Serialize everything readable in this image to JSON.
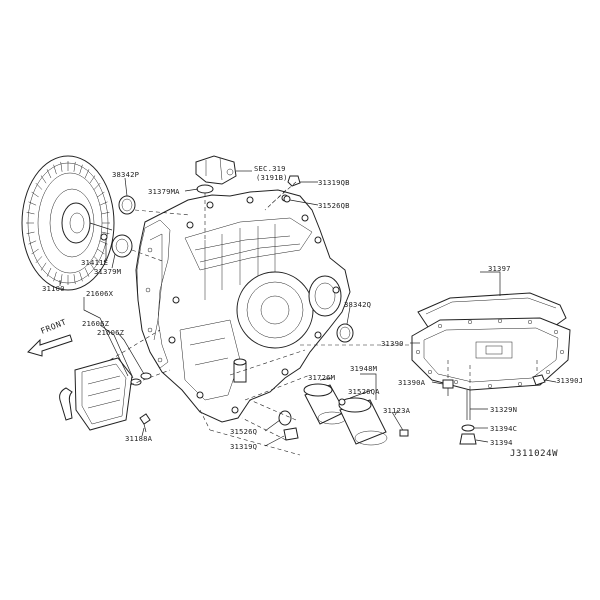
{
  "diagram": {
    "figure_code": "J311024W",
    "front_label": "FRONT",
    "parts": [
      {
        "id": "p38342P",
        "label": "38342P"
      },
      {
        "id": "p31379MA",
        "label": "31379MA"
      },
      {
        "id": "pSEC319",
        "label": "SEC.319"
      },
      {
        "id": "pSEC319b",
        "label": "(3191B)"
      },
      {
        "id": "p31319QB",
        "label": "31319QB"
      },
      {
        "id": "p31526QB",
        "label": "31526QB"
      },
      {
        "id": "p31411E",
        "label": "31411E"
      },
      {
        "id": "p31379M",
        "label": "31379M"
      },
      {
        "id": "p31100",
        "label": "31100"
      },
      {
        "id": "p21606X",
        "label": "21606X"
      },
      {
        "id": "p21606Z1",
        "label": "21606Z"
      },
      {
        "id": "p21606Z2",
        "label": "21606Z"
      },
      {
        "id": "p31397",
        "label": "31397"
      },
      {
        "id": "p38342Q",
        "label": "38342Q"
      },
      {
        "id": "p31390",
        "label": "31390"
      },
      {
        "id": "p31948M",
        "label": "31948M"
      },
      {
        "id": "p31726M",
        "label": "31726M"
      },
      {
        "id": "p31526QA",
        "label": "31526QA"
      },
      {
        "id": "p31390A",
        "label": "31390A"
      },
      {
        "id": "p31390J",
        "label": "31390J"
      },
      {
        "id": "p31123A",
        "label": "31123A"
      },
      {
        "id": "p31329N",
        "label": "31329N"
      },
      {
        "id": "p31394C",
        "label": "31394C"
      },
      {
        "id": "p31394",
        "label": "31394"
      },
      {
        "id": "p31526Q",
        "label": "31526Q"
      },
      {
        "id": "p31319Q",
        "label": "31319Q"
      },
      {
        "id": "p31188A",
        "label": "31188A"
      }
    ]
  }
}
